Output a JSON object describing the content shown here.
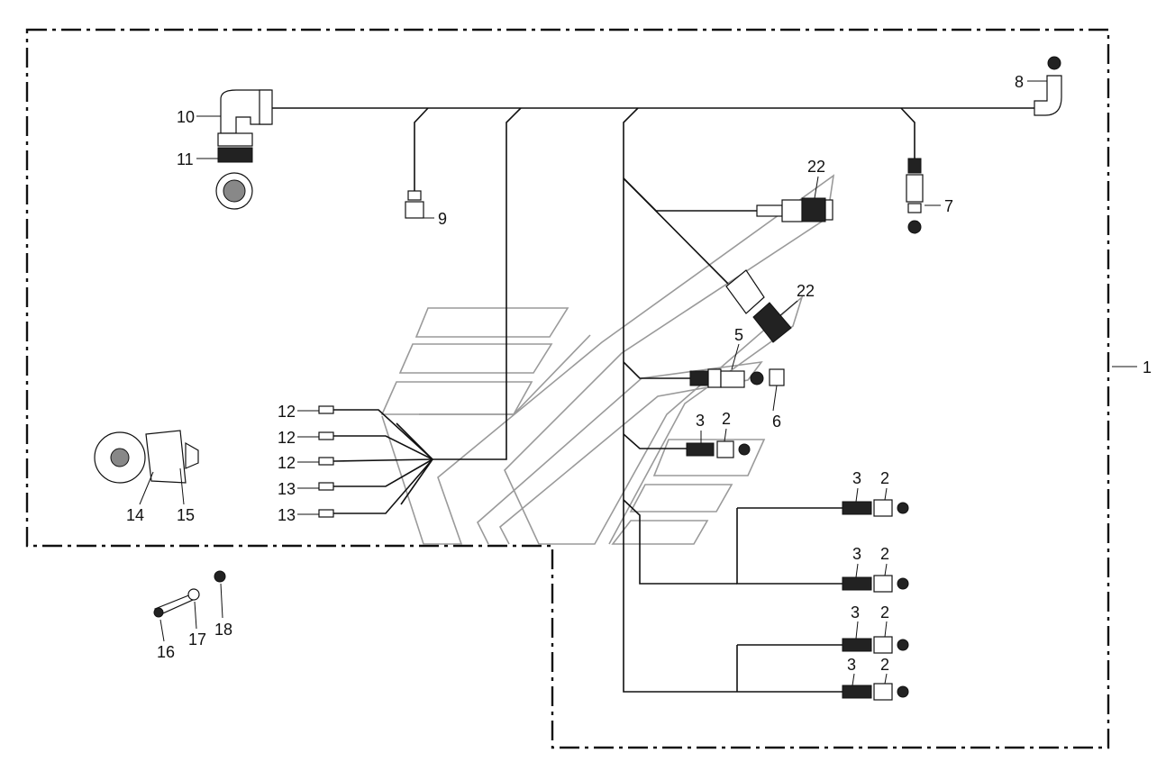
{
  "callouts": {
    "c1": "1",
    "c2a": "2",
    "c2b": "2",
    "c2c": "2",
    "c2d": "2",
    "c2e": "2",
    "c3a": "3",
    "c3b": "3",
    "c3c": "3",
    "c3d": "3",
    "c3e": "3",
    "c5": "5",
    "c6": "6",
    "c7": "7",
    "c8": "8",
    "c9": "9",
    "c10": "10",
    "c11": "11",
    "c12a": "12",
    "c12b": "12",
    "c12c": "12",
    "c13a": "13",
    "c13b": "13",
    "c14": "14",
    "c15": "15",
    "c16": "16",
    "c17": "17",
    "c18": "18",
    "c22a": "22",
    "c22b": "22"
  },
  "colors": {
    "line": "#111111",
    "frame": "#9a9a9a",
    "background": "#ffffff"
  }
}
